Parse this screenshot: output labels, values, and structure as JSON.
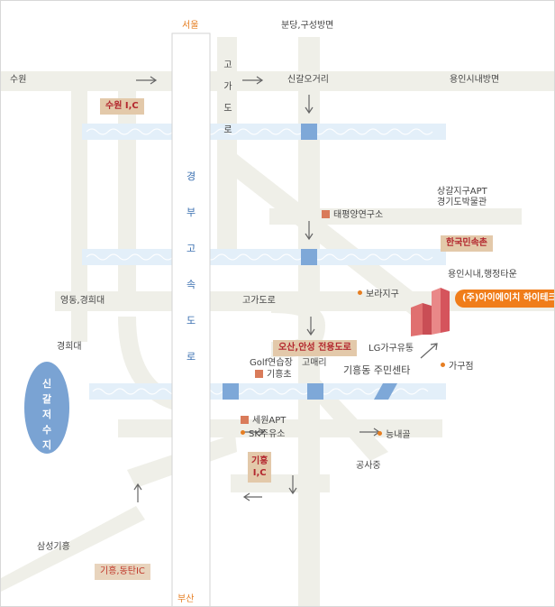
{
  "directions": {
    "north": "서울",
    "north_top": "분당,구성방면",
    "west": "수원",
    "east": "용인시내방면",
    "south": "부산"
  },
  "roads": {
    "gaga_road_vertical": "고가도로",
    "gaga_road_horizontal": "고가도로",
    "gyeongbu": "경부고속도로",
    "singal_ogeori": "신갈오거리",
    "yeongdong": "영동,경희대",
    "kyunghee": "경희대",
    "sangal": "상갈지구APT\n경기도박물관",
    "yongin_city": "용인시내,행정타운",
    "samsung_giheung": "삼성기흥",
    "gongsa": "공사중",
    "neungnae": "능내골"
  },
  "tags": {
    "suwon_ic": "수원 I,C",
    "folk_village": "한국민속촌",
    "osan_road": "오산,안성 전용도로",
    "giheung_ic": "기흥\nI,C",
    "giheung_dongtan_ic": "기흥,동탄IC"
  },
  "places": {
    "taepyeong": "태평양연구소",
    "bora": "보라지구",
    "lg": "LG가구유통",
    "golf": "Golf연습장",
    "gomaeri": "고매리",
    "giheung_cho": "기흥초",
    "giheung_center": "기흥동 주민센타",
    "gagujeom": "가구점",
    "sewon": "세원APT",
    "sk": "SK주유소"
  },
  "company": "(주)아이에이치 하이테크",
  "lake": "신갈저수지",
  "colors": {
    "road": "#efefe8",
    "river": "#e3eff9",
    "highway": "#7ea8d8",
    "tag_bg": "#e3c9aa",
    "tag_text": "#b3272e",
    "accent": "#f07d1a"
  }
}
